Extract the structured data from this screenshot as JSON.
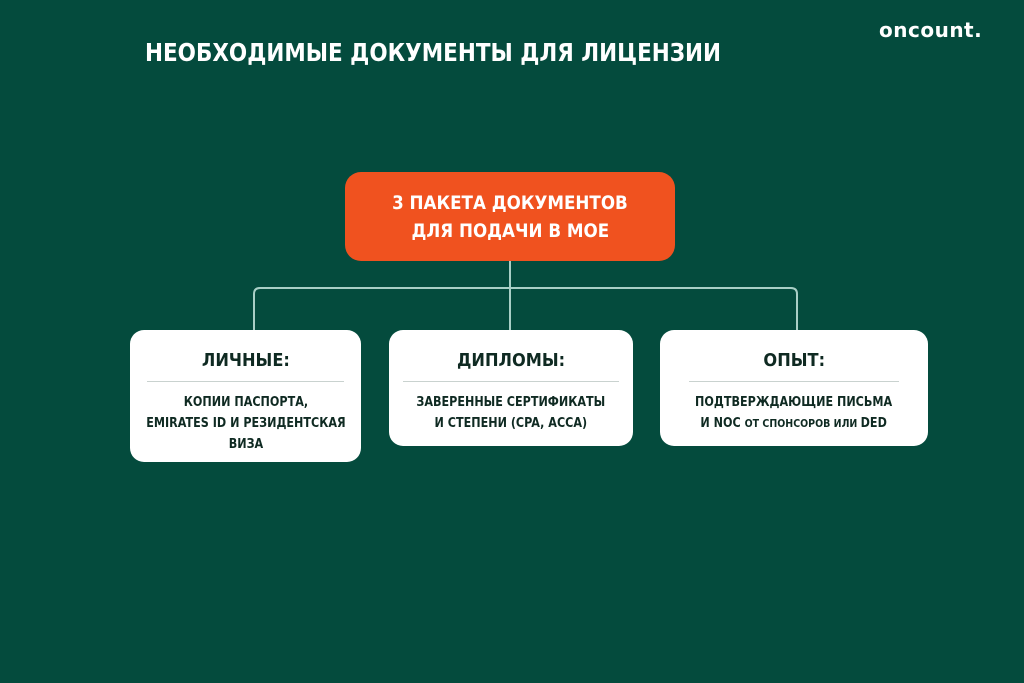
{
  "header": {
    "title": "НЕОБХОДИМЫЕ ДОКУМЕНТЫ ДЛЯ ЛИЦЕНЗИИ",
    "logo": "oncount."
  },
  "root_node": {
    "lines": [
      "3 ПАКЕТА ДОКУМЕНТОВ",
      "ДЛЯ ПОДАЧИ В МОЕ"
    ],
    "color": "#f0521f"
  },
  "branches": [
    {
      "heading": "ЛИЧНЫЕ:",
      "lines": [
        "КОПИИ ПАСПОРТА,",
        "EMIRATES ID И РЕЗИДЕНТСКАЯ",
        "ВИЗА"
      ]
    },
    {
      "heading": "ДИПЛОМЫ:",
      "lines": [
        "ЗАВЕРЕННЫЕ СЕРТИФИКАТЫ",
        "И СТЕПЕНИ (CPA, ACCA)"
      ]
    },
    {
      "heading": "ОПЫТ:",
      "lines": [
        "ПОДТВЕРЖДАЮЩИЕ ПИСЬМА"
      ],
      "line2_parts": [
        "И NOC ",
        "ОТ СПОНСОРОВ ИЛИ ",
        "DED"
      ]
    }
  ],
  "colors": {
    "background": "#044b3d",
    "accent": "#f0521f",
    "connector": "#a9cfc6",
    "card": "#ffffff",
    "card_text": "#0f2a22"
  }
}
